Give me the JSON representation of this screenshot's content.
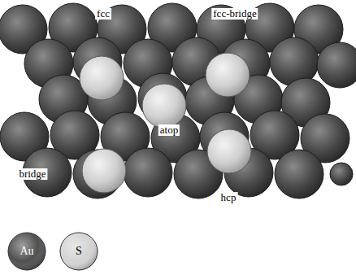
{
  "diagram": {
    "labels": [
      "fcc",
      "fcc-bridge",
      "atop",
      "bridge",
      "hcp"
    ],
    "legend": [
      {
        "text": "Au",
        "color": "#505050"
      },
      {
        "text": "S",
        "color": "#d4d4d4"
      }
    ]
  }
}
